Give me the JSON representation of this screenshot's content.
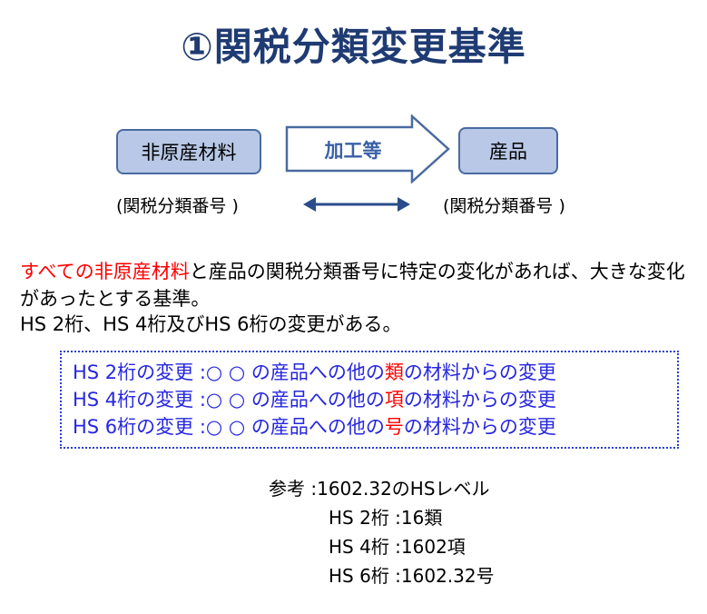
{
  "title": "①関税分類変更基準",
  "diagram": {
    "left_box": "非原産材料",
    "arrow_label": "加工等",
    "right_box": "産品",
    "left_code": "(関税分類番号 )",
    "right_code": "(関税分類番号 )"
  },
  "paragraph": {
    "highlight": "すべての非原産材料",
    "rest": "と産品の関税分類番号に特定の変化があれば、大きな変化があったとする基準。",
    "line2": "HS 2桁、HS 4桁及びHS 6桁の変更がある。"
  },
  "rules": [
    {
      "prefix": "HS 2桁の変更 :○ ○ の産品への他の",
      "key": "類",
      "suffix": "の材料からの変更"
    },
    {
      "prefix": "HS 4桁の変更 :○ ○ の産品への他の",
      "key": "項",
      "suffix": "の材料からの変更"
    },
    {
      "prefix": "HS 6桁の変更 :○ ○ の産品への他の",
      "key": "号",
      "suffix": "の材料からの変更"
    }
  ],
  "reference": {
    "heading": "参考 :1602.32のHSレベル",
    "rows": [
      "HS 2桁 :16類",
      "HS 4桁 :1602項",
      "HS 6桁 :1602.32号"
    ]
  },
  "colors": {
    "title": "#1f3b73",
    "box_fill": "#b8c8e6",
    "box_border": "#4a6aa0",
    "arrow_text": "#3a5fa8",
    "highlight_red": "#ff0000",
    "rule_blue": "#2626e0"
  }
}
